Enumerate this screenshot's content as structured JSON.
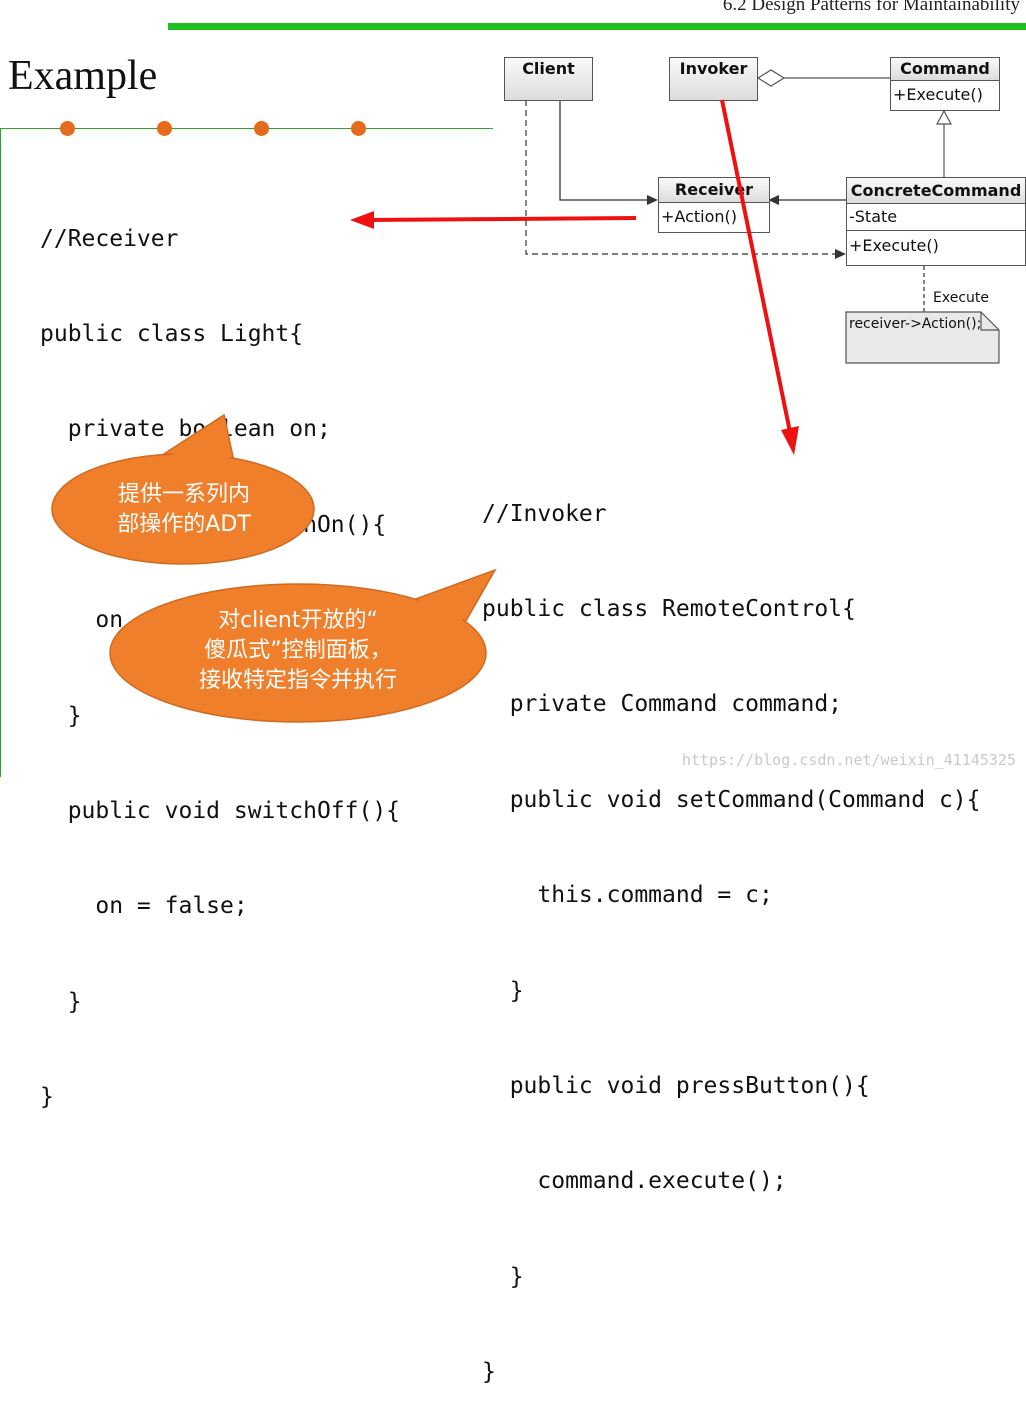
{
  "header": {
    "text": "6.2 Design Patterns for Maintainability"
  },
  "slide": {
    "title": "Example"
  },
  "code_receiver": {
    "lines": [
      "//Receiver",
      "public class Light{",
      "  private boolean on;",
      "  public void switchOn(){",
      "    on = true;",
      "  }",
      "  public void switchOff(){",
      "    on = false;",
      "  }",
      "}"
    ]
  },
  "code_invoker": {
    "lines": [
      "//Invoker",
      "public class RemoteControl{",
      "  private Command command;",
      "  public void setCommand(Command c){",
      "    this.command = c;",
      "  }",
      "  public void pressButton(){",
      "    command.execute();",
      "  }",
      "}"
    ]
  },
  "uml": {
    "client": "Client",
    "invoker": "Invoker",
    "command": {
      "name": "Command",
      "method": "+Execute()"
    },
    "receiver": {
      "name": "Receiver",
      "method": "+Action()"
    },
    "concrete": {
      "name": "ConcreteCommand",
      "attr": "-State",
      "method": "+Execute()"
    },
    "note_label": "Execute",
    "note_text": "receiver->Action();"
  },
  "callouts": {
    "adt": {
      "line1": "提供一系列内",
      "line2": "部操作的ADT"
    },
    "panel": {
      "line1": "对client开放的“",
      "line2": "傻瓜式”控制面板，",
      "line3": "接收特定指令并执行"
    }
  },
  "colors": {
    "accent_green": "#1fbf1f",
    "bubble_orange": "#f07f2c",
    "arrow_red": "#ee1111"
  },
  "watermark": "https://blog.csdn.net/weixin_41145325"
}
